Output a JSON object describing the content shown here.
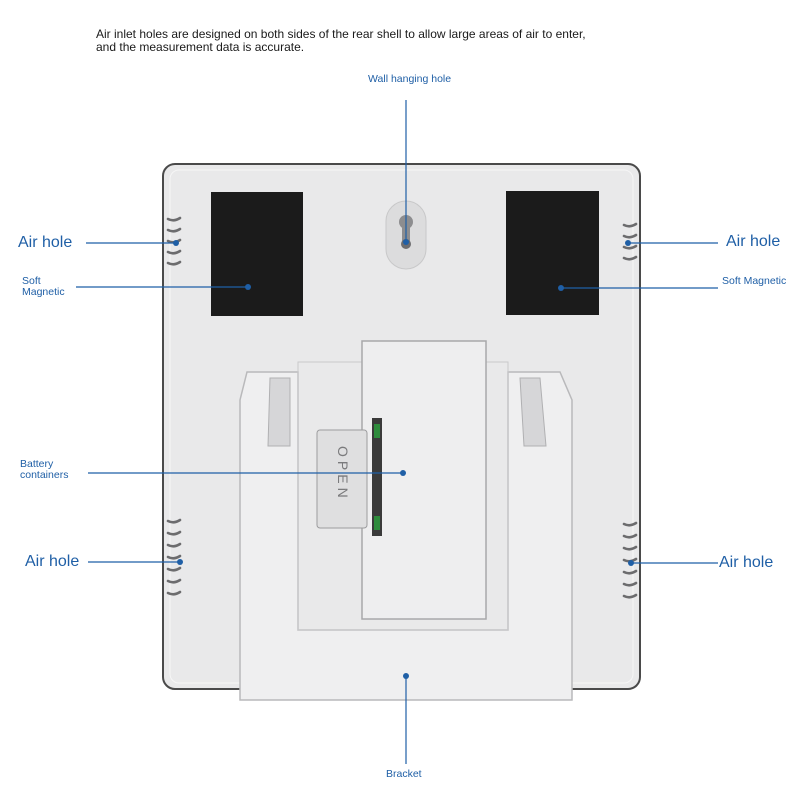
{
  "caption": {
    "line1": "Air inlet holes are designed on both sides of the rear shell to allow large areas of air to enter,",
    "line2": "and the measurement data is accurate."
  },
  "labels": {
    "wall_hanging_hole": "Wall hanging hole",
    "air_hole_top_left": "Air hole",
    "air_hole_top_right": "Air hole",
    "soft_magnetic_left_1": "Soft",
    "soft_magnetic_left_2": "Magnetic",
    "soft_magnetic_right": "Soft Magnetic",
    "battery_1": "Battery",
    "battery_2": "containers",
    "air_hole_bottom_left": "Air hole",
    "air_hole_bottom_right": "Air hole",
    "bracket": "Bracket",
    "battery_cover_text": "OPEN"
  },
  "colors": {
    "callout": "#1f5fa6",
    "shell": "#e9e9ea",
    "magnet": "#1b1b1b"
  }
}
